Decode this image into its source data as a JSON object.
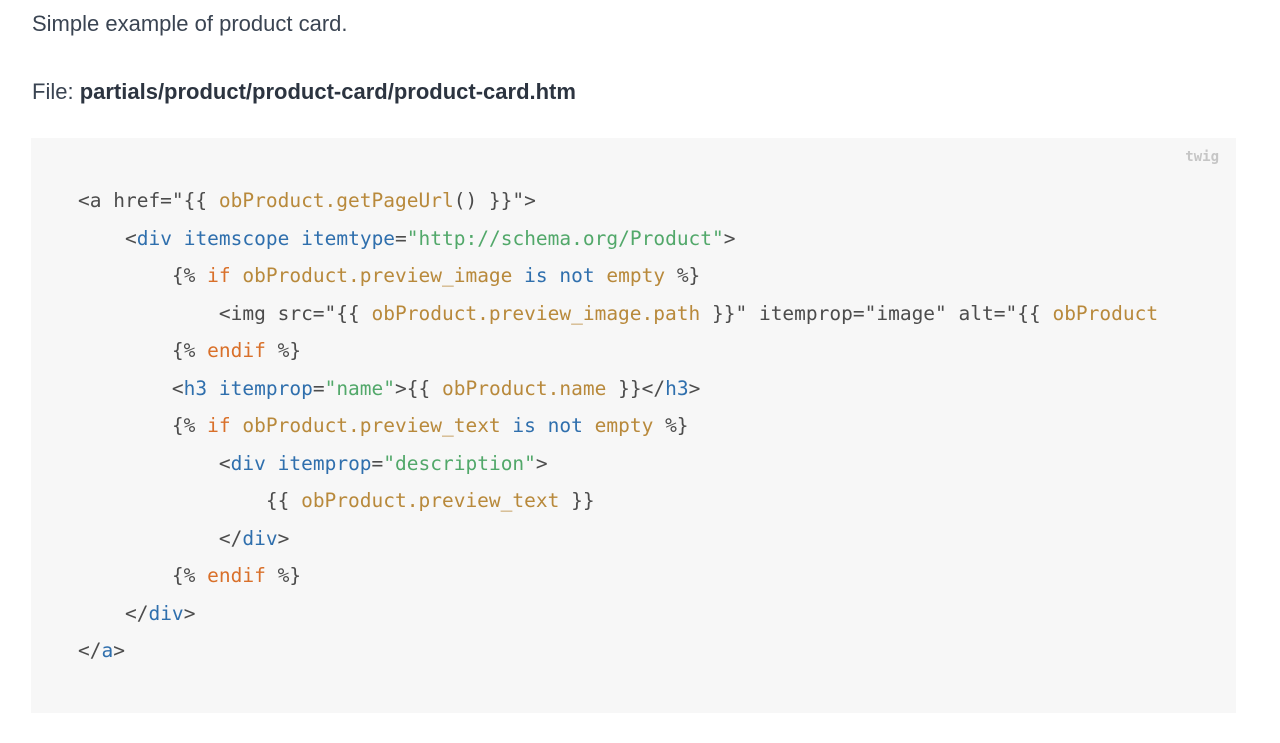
{
  "intro_text": "Simple example of product card.",
  "file": {
    "label": "File: ",
    "path": "partials/product/product-card/product-card.htm"
  },
  "code_block": {
    "language": "twig",
    "lines": [
      {
        "indent": "",
        "tokens": [
          {
            "t": "plain",
            "v": "<a href=\"{{ "
          },
          {
            "t": "var",
            "v": "obProduct.getPageUrl"
          },
          {
            "t": "plain",
            "v": "() }}\">"
          }
        ]
      },
      {
        "indent": "    ",
        "tokens": [
          {
            "t": "plain",
            "v": "<"
          },
          {
            "t": "tag",
            "v": "div"
          },
          {
            "t": "plain",
            "v": " "
          },
          {
            "t": "attr",
            "v": "itemscope"
          },
          {
            "t": "plain",
            "v": " "
          },
          {
            "t": "attr",
            "v": "itemtype"
          },
          {
            "t": "plain",
            "v": "="
          },
          {
            "t": "str",
            "v": "\"http://schema.org/Product\""
          },
          {
            "t": "plain",
            "v": ">"
          }
        ]
      },
      {
        "indent": "        ",
        "tokens": [
          {
            "t": "plain",
            "v": "{% "
          },
          {
            "t": "kw",
            "v": "if"
          },
          {
            "t": "plain",
            "v": " "
          },
          {
            "t": "var",
            "v": "obProduct.preview_image"
          },
          {
            "t": "plain",
            "v": " "
          },
          {
            "t": "op",
            "v": "is not"
          },
          {
            "t": "plain",
            "v": " "
          },
          {
            "t": "var",
            "v": "empty"
          },
          {
            "t": "plain",
            "v": " %}"
          }
        ]
      },
      {
        "indent": "            ",
        "tokens": [
          {
            "t": "plain",
            "v": "<img src=\"{{ "
          },
          {
            "t": "var",
            "v": "obProduct.preview_image.path"
          },
          {
            "t": "plain",
            "v": " }}\" itemprop=\"image\" alt=\"{{ "
          },
          {
            "t": "var",
            "v": "obProduct"
          }
        ]
      },
      {
        "indent": "        ",
        "tokens": [
          {
            "t": "plain",
            "v": "{% "
          },
          {
            "t": "kw",
            "v": "endif"
          },
          {
            "t": "plain",
            "v": " %}"
          }
        ]
      },
      {
        "indent": "        ",
        "tokens": [
          {
            "t": "plain",
            "v": "<"
          },
          {
            "t": "tag",
            "v": "h3"
          },
          {
            "t": "plain",
            "v": " "
          },
          {
            "t": "attr",
            "v": "itemprop"
          },
          {
            "t": "plain",
            "v": "="
          },
          {
            "t": "str",
            "v": "\"name\""
          },
          {
            "t": "plain",
            "v": ">{{ "
          },
          {
            "t": "var",
            "v": "obProduct.name"
          },
          {
            "t": "plain",
            "v": " }}</"
          },
          {
            "t": "tag",
            "v": "h3"
          },
          {
            "t": "plain",
            "v": ">"
          }
        ]
      },
      {
        "indent": "        ",
        "tokens": [
          {
            "t": "plain",
            "v": "{% "
          },
          {
            "t": "kw",
            "v": "if"
          },
          {
            "t": "plain",
            "v": " "
          },
          {
            "t": "var",
            "v": "obProduct.preview_text"
          },
          {
            "t": "plain",
            "v": " "
          },
          {
            "t": "op",
            "v": "is not"
          },
          {
            "t": "plain",
            "v": " "
          },
          {
            "t": "var",
            "v": "empty"
          },
          {
            "t": "plain",
            "v": " %}"
          }
        ]
      },
      {
        "indent": "            ",
        "tokens": [
          {
            "t": "plain",
            "v": "<"
          },
          {
            "t": "tag",
            "v": "div"
          },
          {
            "t": "plain",
            "v": " "
          },
          {
            "t": "attr",
            "v": "itemprop"
          },
          {
            "t": "plain",
            "v": "="
          },
          {
            "t": "str",
            "v": "\"description\""
          },
          {
            "t": "plain",
            "v": ">"
          }
        ]
      },
      {
        "indent": "                ",
        "tokens": [
          {
            "t": "plain",
            "v": "{{ "
          },
          {
            "t": "var",
            "v": "obProduct.preview_text"
          },
          {
            "t": "plain",
            "v": " }}"
          }
        ]
      },
      {
        "indent": "            ",
        "tokens": [
          {
            "t": "plain",
            "v": "</"
          },
          {
            "t": "tag",
            "v": "div"
          },
          {
            "t": "plain",
            "v": ">"
          }
        ]
      },
      {
        "indent": "        ",
        "tokens": [
          {
            "t": "plain",
            "v": "{% "
          },
          {
            "t": "kw",
            "v": "endif"
          },
          {
            "t": "plain",
            "v": " %}"
          }
        ]
      },
      {
        "indent": "    ",
        "tokens": [
          {
            "t": "plain",
            "v": "</"
          },
          {
            "t": "tag",
            "v": "div"
          },
          {
            "t": "plain",
            "v": ">"
          }
        ]
      },
      {
        "indent": "",
        "tokens": [
          {
            "t": "plain",
            "v": "</"
          },
          {
            "t": "tag",
            "v": "a"
          },
          {
            "t": "plain",
            "v": ">"
          }
        ]
      }
    ]
  },
  "colors": {
    "code_background": "#f7f7f7",
    "tag": "#2f6fad",
    "string": "#52a86a",
    "variable": "#b8893b",
    "keyword": "#d9702a"
  }
}
